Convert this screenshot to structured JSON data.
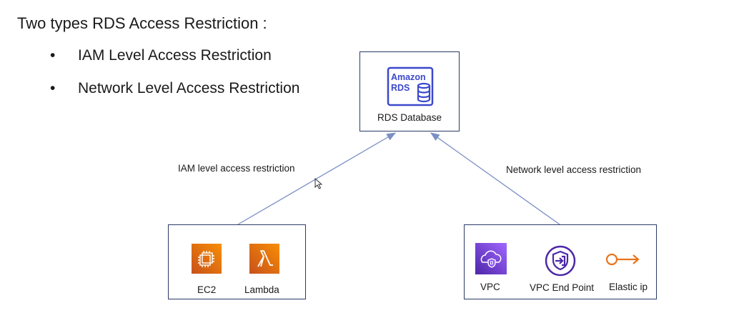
{
  "heading": "Two types RDS Access Restriction :",
  "bullets": [
    {
      "marker": "•",
      "text": "IAM Level Access Restriction"
    },
    {
      "marker": "•",
      "text": "Network Level Access Restriction"
    }
  ],
  "rds": {
    "logo_line1": "Amazon",
    "logo_line2": "RDS",
    "label": "RDS Database",
    "icon": "amazon-rds-icon"
  },
  "edges": {
    "iam_label": "IAM level access restriction",
    "network_label": "Network level access restriction"
  },
  "iam_group": [
    {
      "label": "EC2",
      "icon": "ec2-icon"
    },
    {
      "label": "Lambda",
      "icon": "lambda-icon"
    }
  ],
  "network_group": [
    {
      "label": "VPC",
      "icon": "vpc-icon"
    },
    {
      "label": "VPC End Point",
      "icon": "vpc-endpoint-icon"
    },
    {
      "label": "Elastic ip",
      "icon": "elastic-ip-icon"
    }
  ],
  "colors": {
    "box_border": "#2b3a67",
    "arrow": "#7a8fc4",
    "rds_purple": "#3b48cc",
    "aws_orange": "#e8741f",
    "vpc_purple": "#8c4fff",
    "endpoint_purple": "#4d27a8"
  }
}
